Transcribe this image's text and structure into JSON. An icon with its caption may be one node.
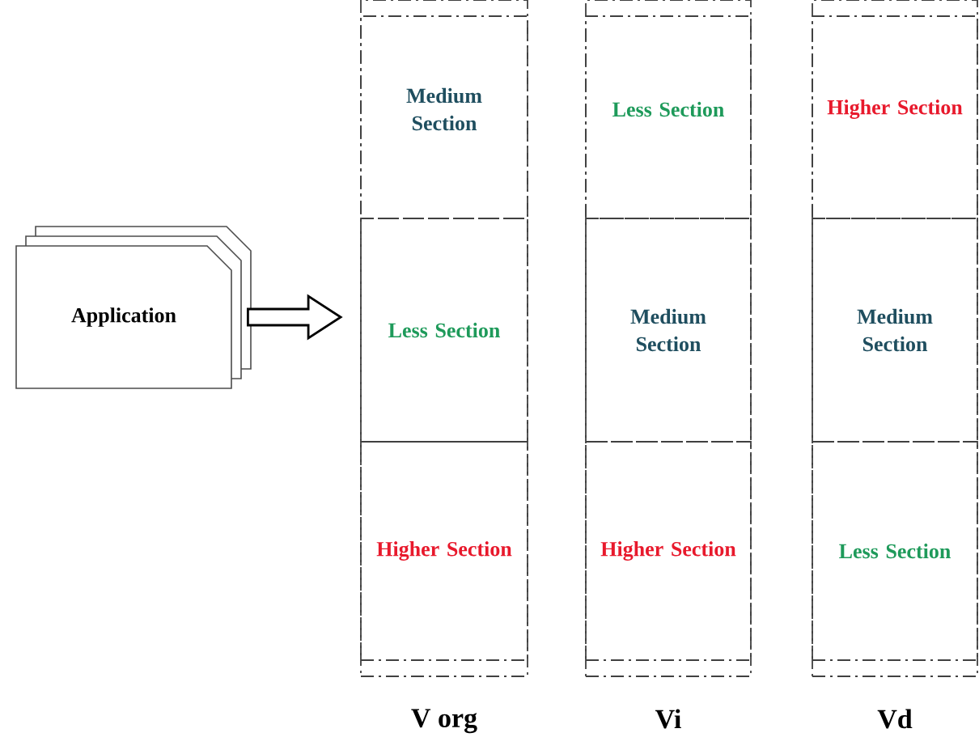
{
  "diagram": {
    "nodes": [
      {
        "text": [
          "Application"
        ]
      },
      {
        "text": [
          "V org"
        ]
      },
      {
        "text": [
          "Medium Section"
        ],
        "in": 1
      },
      {
        "text": [
          "Less Section"
        ],
        "in": 1
      },
      {
        "text": [
          "Higher Section"
        ],
        "in": 1
      },
      {
        "text": [
          "Vi"
        ]
      },
      {
        "text": [
          "Less Section"
        ],
        "in": 5
      },
      {
        "text": [
          "Medium Section"
        ],
        "in": 5
      },
      {
        "text": [
          "Higher Section"
        ],
        "in": 5
      },
      {
        "text": [
          "Vd"
        ]
      },
      {
        "text": [
          "Higher Section"
        ],
        "in": 9
      },
      {
        "text": [
          "Medium Section"
        ],
        "in": 9
      },
      {
        "text": [
          "Less Section"
        ],
        "in": 9
      }
    ],
    "edges": [
      {
        "from": 0,
        "to": 1,
        "arrow": "to"
      }
    ]
  }
}
